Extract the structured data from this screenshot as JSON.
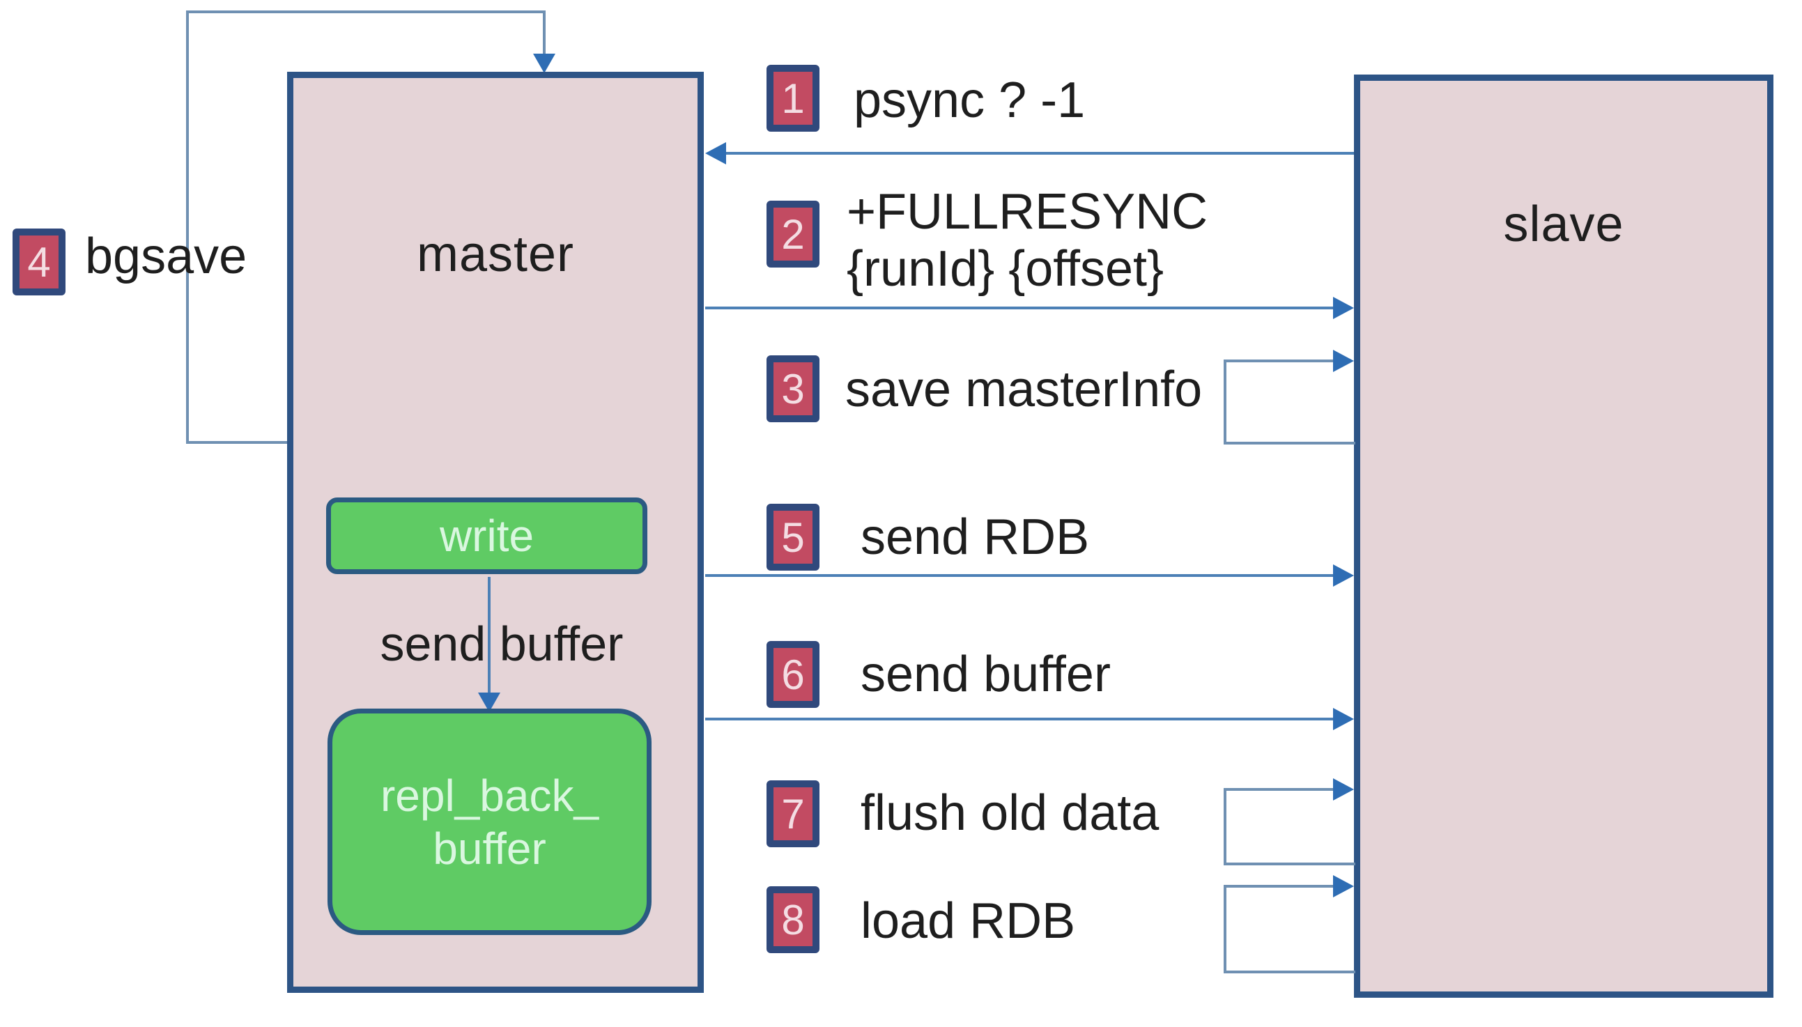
{
  "nodes": {
    "master": "master",
    "slave": "slave"
  },
  "master_internals": {
    "write": "write",
    "send_buffer_label": "send buffer",
    "repl_line1": "repl_back_",
    "repl_line2": "buffer"
  },
  "steps": [
    {
      "num": "1",
      "label": "psync ? -1"
    },
    {
      "num": "2",
      "label": "+FULLRESYNC",
      "label2": "{runId} {offset}"
    },
    {
      "num": "3",
      "label": "save masterInfo"
    },
    {
      "num": "4",
      "label": "bgsave"
    },
    {
      "num": "5",
      "label": "send RDB"
    },
    {
      "num": "6",
      "label": "send buffer"
    },
    {
      "num": "7",
      "label": "flush old data"
    },
    {
      "num": "8",
      "label": "load RDB"
    }
  ],
  "colors": {
    "canvas_bg": "#ffffff",
    "node_fill": "#e5d4d7",
    "node_border": "#2d5486",
    "badge_fill": "#c24b62",
    "badge_border": "#30497c",
    "badge_text": "#f4dde3",
    "green_fill": "#5fcb64",
    "green_border": "#2b5a82",
    "green_text": "#daf7e0",
    "arrow": "#4c80b6",
    "arrow_head": "#2e6db4",
    "line_muted": "#6f90b2",
    "text": "#1e1e1e"
  }
}
